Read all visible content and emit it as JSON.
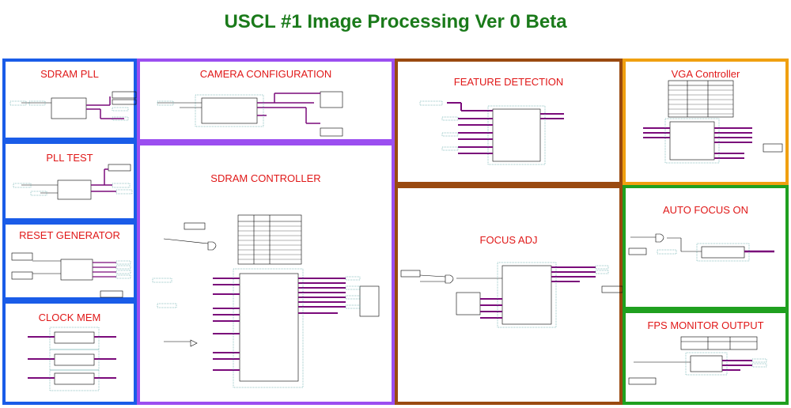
{
  "title": "USCL #1 Image Processing Ver 0 Beta",
  "colors": {
    "title": "#1a7a1a",
    "block_label": "#e01818",
    "blue": "#1a5ce8",
    "purple": "#9b4ef0",
    "brown": "#9a4a10",
    "orange": "#f0a010",
    "green": "#1fa01f",
    "bus": "#7a0a7a"
  },
  "blocks": {
    "sdram_pll": "SDRAM PLL",
    "pll_test": "PLL TEST",
    "reset_generator": "RESET GENERATOR",
    "clock_mem": "CLOCK MEM",
    "camera_configuration": "CAMERA CONFIGURATION",
    "sdram_controller": "SDRAM CONTROLLER",
    "feature_detection": "FEATURE DETECTION",
    "focus_adj": "FOCUS ADJ",
    "vga_controller": "VGA Controller",
    "auto_focus_on": "AUTO FOCUS ON",
    "fps_monitor_output": "FPS MONITOR OUTPUT"
  }
}
